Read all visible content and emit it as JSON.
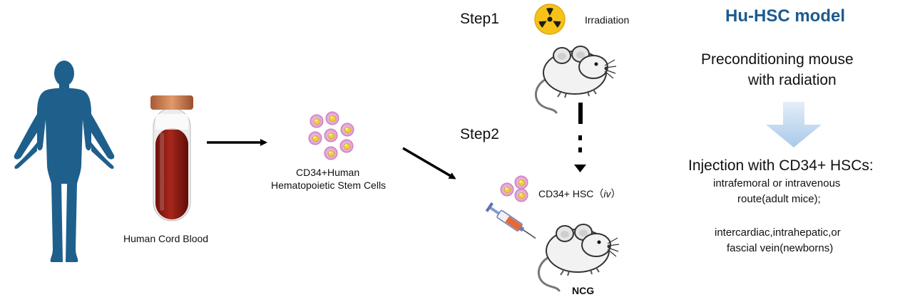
{
  "left": {
    "cord_blood_label": "Human Cord Blood",
    "cells_label_line1": "CD34+Human",
    "cells_label_line2": "Hematopoietic Stem Cells"
  },
  "steps": {
    "step1": "Step1",
    "step2": "Step2",
    "irradiation": "Irradiation",
    "hsc_prefix": "CD34+ HSC（",
    "hsc_route": "iv",
    "hsc_suffix": "）",
    "strain": "NCG"
  },
  "model": {
    "title": "Hu-HSC model",
    "precondition_line1": "Preconditioning mouse",
    "precondition_line2": "with radiation",
    "injection_heading": "Injection with CD34+ HSCs:",
    "adult_line1": "intrafemoral or intravenous",
    "adult_line2": "route(adult mice);",
    "newborn_line1": "intercardiac,intrahepatic,or",
    "newborn_line2": "fascial vein(newborns)"
  },
  "colors": {
    "human_silhouette": "#1f5f8b",
    "blood": "#8e1a12",
    "tube_cap": "#c8774a",
    "title_blue": "#1c5a8f",
    "arrow_light_blue": "#b9d4ee",
    "radiation_yellow": "#f6c21a",
    "cell_pink": "#e7a6d8",
    "cell_yellow": "#f2d24a"
  },
  "icons": [
    "human-silhouette-icon",
    "blood-tube-icon",
    "stem-cell-icon",
    "radiation-icon",
    "mouse-icon",
    "syringe-icon"
  ]
}
